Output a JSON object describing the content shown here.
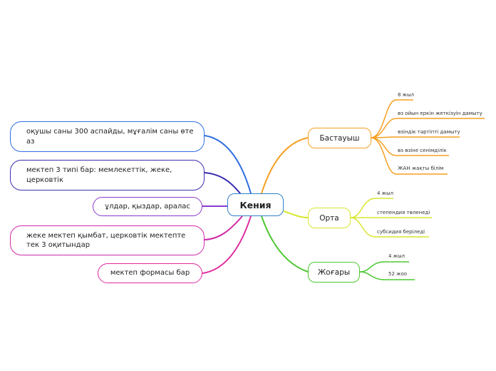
{
  "center": {
    "label": "Кения"
  },
  "right_branches": [
    {
      "label": "Бастауыш",
      "color": "#f5a020",
      "leaves": [
        "8 жыл",
        "өз ойын еркін жеткізуін дамыту",
        "өзіндік тәртіпті дамыту",
        "өз өзіне сенімділік",
        "ЖАН жақты білім"
      ]
    },
    {
      "label": "Орта",
      "color": "#d8e630",
      "leaves": [
        "4 жыл",
        "степендия төленеді",
        "субсидия беріледі"
      ]
    },
    {
      "label": "Жоғары",
      "color": "#4cc832",
      "leaves": [
        "4 жыл",
        "52 жоо"
      ]
    }
  ],
  "left_nodes": [
    {
      "label": "оқушы саны 300 аспайды, мұғалім саны өте аз",
      "color": "#2f6fe0"
    },
    {
      "label": " мектеп 3 типі бар: мемлекеттік, жеке, церковтік",
      "color": "#3a2fb0"
    },
    {
      "label": "ұлдар, қыздар, аралас",
      "color": "#8a3ad0"
    },
    {
      "label": "жеке мектеп қымбат, церковтік мектепте тек 3 оқитындар",
      "color": "#d02aa8"
    },
    {
      "label": "мектеп формасы бар",
      "color": "#e02aa0"
    }
  ]
}
